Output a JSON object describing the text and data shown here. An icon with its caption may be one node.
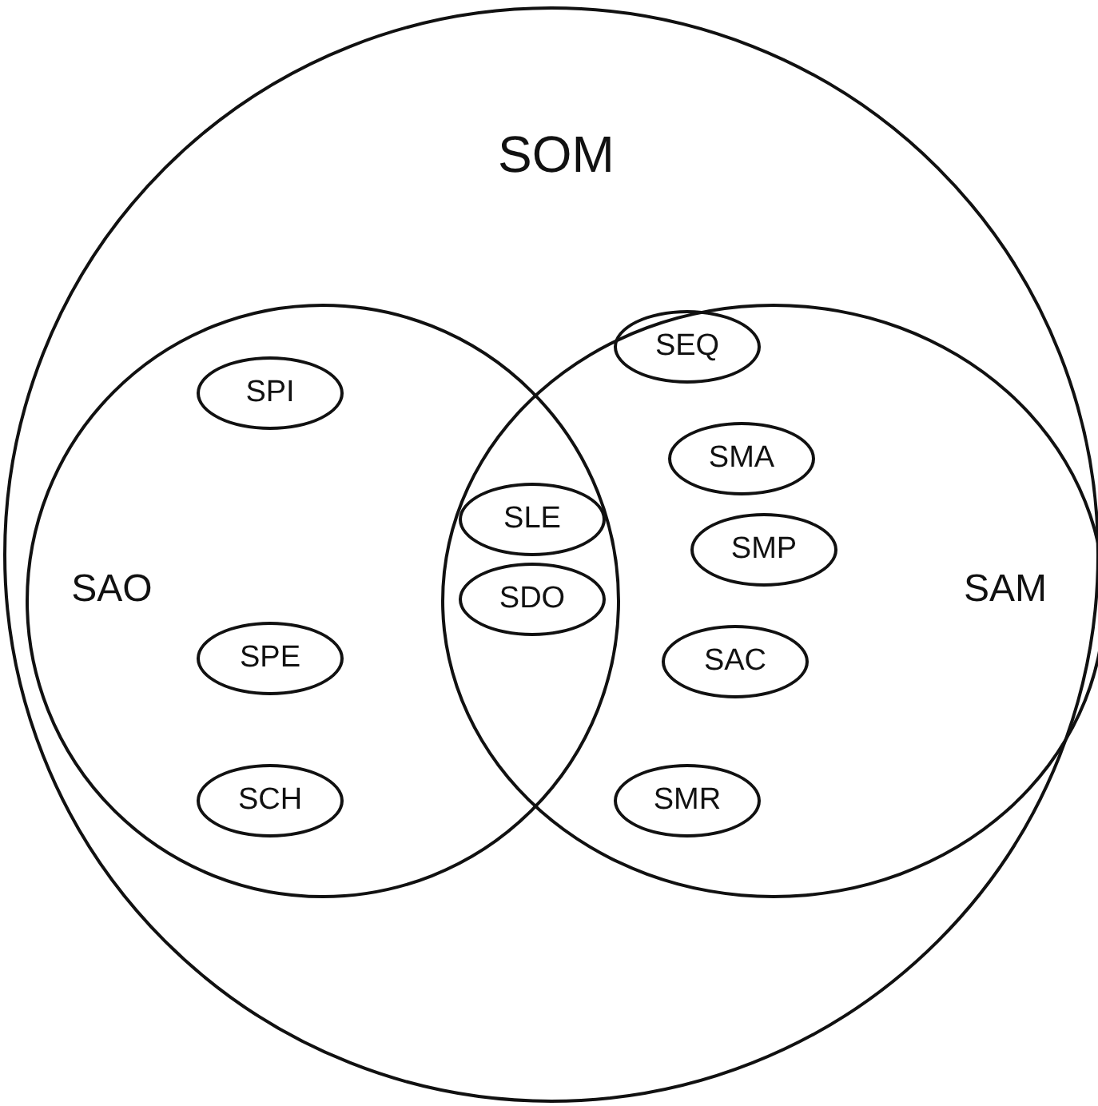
{
  "diagram": {
    "nodes": [
      {
        "text": [
          "SOM"
        ]
      },
      {
        "text": [
          "SAO"
        ],
        "in": 0
      },
      {
        "text": [
          "SAM"
        ],
        "in": 0
      },
      {
        "text": [
          "SEQ"
        ],
        "in": 2
      },
      {
        "text": [
          "SPI"
        ],
        "in": 1
      },
      {
        "text": [
          "SMA"
        ],
        "in": 2
      },
      {
        "text": [
          "SLE"
        ]
      },
      {
        "text": [
          "SMP"
        ],
        "in": 2
      },
      {
        "text": [
          "SDO"
        ]
      },
      {
        "text": [
          "SPE"
        ],
        "in": 1
      },
      {
        "text": [
          "SAC"
        ],
        "in": 2
      },
      {
        "text": [
          "SCH"
        ],
        "in": 1
      },
      {
        "text": [
          "SMR"
        ],
        "in": 2
      }
    ]
  }
}
